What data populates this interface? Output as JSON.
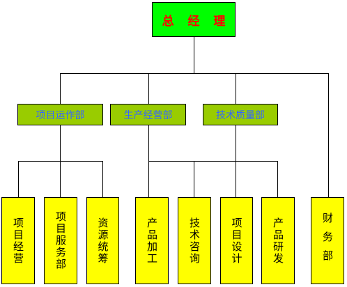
{
  "general_manager": "总 经 理",
  "departments": [
    "项目运作部",
    "生产经营部",
    "技术质量部"
  ],
  "units": [
    "项目经营",
    "项目服务部",
    "资源统筹",
    "产品加工",
    "技术咨询",
    "项目设计",
    "产品研发",
    "财务部"
  ],
  "colors": {
    "general_manager_fill": "#00ff00",
    "general_manager_text": "#ff0000",
    "department_fill": "#99cc00",
    "department_text": "#3366ff",
    "unit_fill": "#ffff00",
    "unit_text": "#000000",
    "connector": "#000000"
  }
}
